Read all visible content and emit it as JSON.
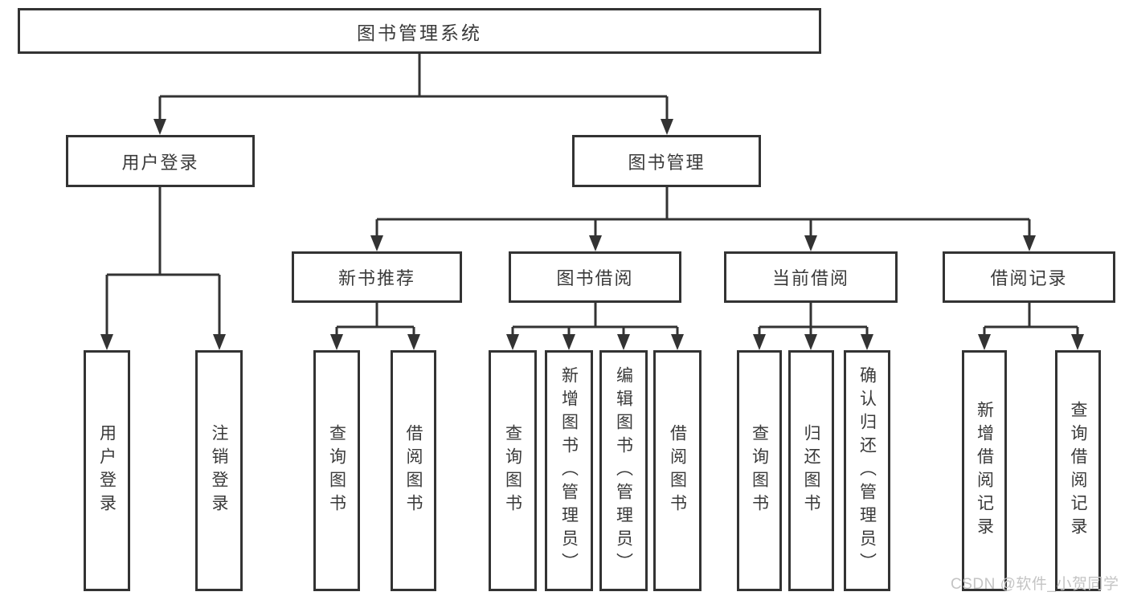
{
  "colors": {
    "page_bg": "#ffffff",
    "line": "#333333",
    "box_border": "#333333",
    "box_fill": "#ffffff",
    "text": "#3a3a3a",
    "watermark_color": "#c4c4c4"
  },
  "tree": {
    "root": {
      "label": "图书管理系统"
    },
    "level2": [
      {
        "label": "用户登录"
      },
      {
        "label": "图书管理"
      }
    ],
    "level3": [
      {
        "label": "新书推荐"
      },
      {
        "label": "图书借阅"
      },
      {
        "label": "当前借阅"
      },
      {
        "label": "借阅记录"
      }
    ],
    "leaves": {
      "user_login": [
        {
          "label": "用户登录"
        },
        {
          "label": "注销登录"
        }
      ],
      "new_book_recommend": [
        {
          "label": "查询图书"
        },
        {
          "label": "借阅图书"
        }
      ],
      "book_borrow": [
        {
          "label": "查询图书"
        },
        {
          "label": "新增图书（管理员）"
        },
        {
          "label": "编辑图书（管理员）"
        },
        {
          "label": "借阅图书"
        }
      ],
      "current_borrow": [
        {
          "label": "查询图书"
        },
        {
          "label": "归还图书"
        },
        {
          "label": "确认归还（管理员）"
        }
      ],
      "borrow_records": [
        {
          "label": "新增借阅记录"
        },
        {
          "label": "查询借阅记录"
        }
      ]
    }
  },
  "watermark": {
    "text": "CSDN @软件_小贺同学"
  }
}
